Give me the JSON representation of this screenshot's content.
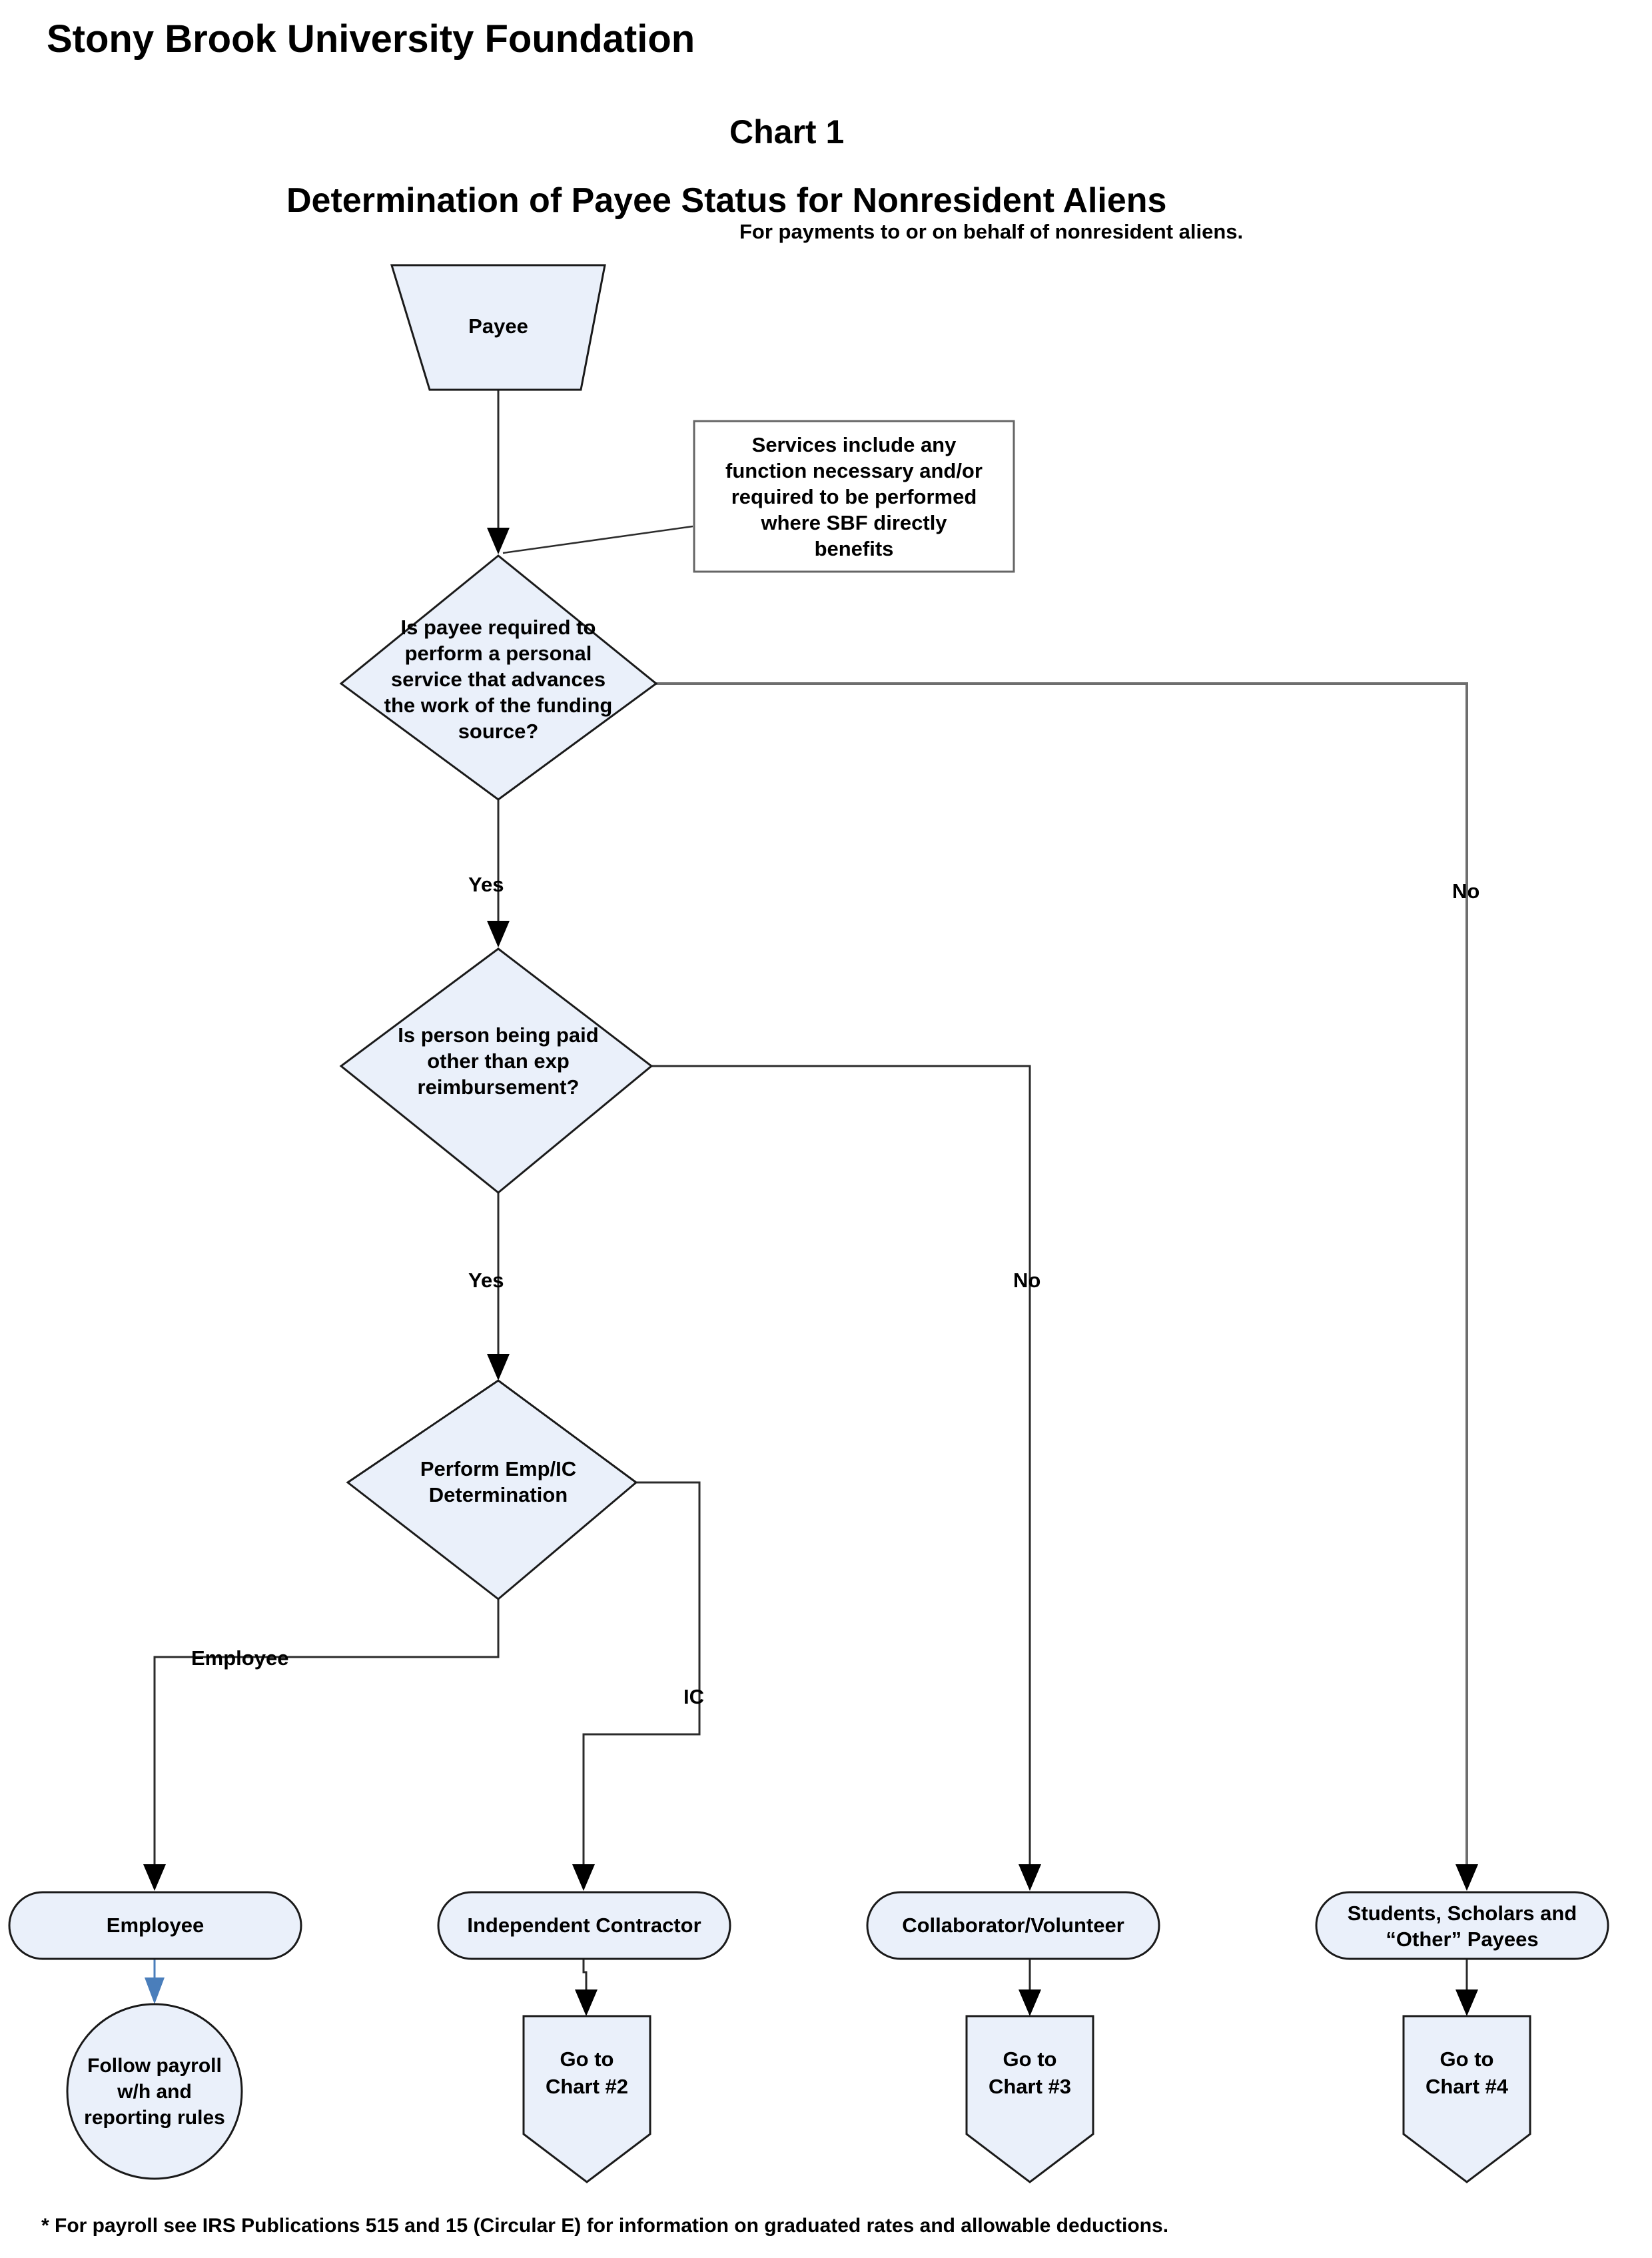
{
  "header": {
    "organization": "Stony Brook University Foundation",
    "chart_number": "Chart 1",
    "title": "Determination of Payee Status for Nonresident Aliens",
    "subtitle": "For payments to or on behalf of nonresident aliens."
  },
  "footnote": "* For payroll see IRS Publications 515 and 15 (Circular E) for information on graduated rates and allowable deductions.",
  "colors": {
    "node_fill": "#eaf0fa",
    "node_stroke": "#1a1a1a",
    "note_fill": "#ffffff",
    "note_stroke": "#666666",
    "edge": "#2b2b2b",
    "edge_accent": "#4a7ebb"
  },
  "chart_data": {
    "type": "diagram",
    "title": "Determination of Payee Status for Nonresident Aliens",
    "nodes": [
      {
        "id": "payee",
        "shape": "trapezoid",
        "lines": [
          "Payee"
        ]
      },
      {
        "id": "note-services",
        "shape": "note",
        "lines": [
          "Services include any",
          "function necessary and/or",
          "required to be performed",
          "where SBF directly",
          "benefits"
        ]
      },
      {
        "id": "q1",
        "shape": "diamond",
        "lines": [
          "Is payee required to",
          "perform a personal",
          "service that advances",
          "the work of the funding",
          "source?"
        ]
      },
      {
        "id": "q2",
        "shape": "diamond",
        "lines": [
          "Is person being paid",
          "other than exp",
          "reimbursement?"
        ]
      },
      {
        "id": "q3",
        "shape": "diamond",
        "lines": [
          "Perform Emp/IC",
          "Determination"
        ]
      },
      {
        "id": "employee",
        "shape": "rounded-terminal",
        "lines": [
          "Employee"
        ]
      },
      {
        "id": "contractor",
        "shape": "rounded-terminal",
        "lines": [
          "Independent Contractor"
        ]
      },
      {
        "id": "collaborator",
        "shape": "rounded-terminal",
        "lines": [
          "Collaborator/Volunteer"
        ]
      },
      {
        "id": "students",
        "shape": "rounded-terminal",
        "lines": [
          "Students, Scholars and",
          "“Other” Payees"
        ]
      },
      {
        "id": "payroll",
        "shape": "circle",
        "lines": [
          "Follow payroll",
          "w/h and",
          "reporting rules"
        ]
      },
      {
        "id": "goto2",
        "shape": "pentagon-down",
        "lines": [
          "Go to",
          "Chart #2"
        ]
      },
      {
        "id": "goto3",
        "shape": "pentagon-down",
        "lines": [
          "Go to",
          "Chart #3"
        ]
      },
      {
        "id": "goto4",
        "shape": "pentagon-down",
        "lines": [
          "Go to",
          "Chart #4"
        ]
      }
    ],
    "edges": [
      {
        "from": "payee",
        "to": "q1",
        "label": ""
      },
      {
        "from": "note-services",
        "to": "q1",
        "label": ""
      },
      {
        "from": "q1",
        "to": "q2",
        "label": "Yes"
      },
      {
        "from": "q1",
        "to": "students",
        "label": "No"
      },
      {
        "from": "q2",
        "to": "q3",
        "label": "Yes"
      },
      {
        "from": "q2",
        "to": "collaborator",
        "label": "No"
      },
      {
        "from": "q3",
        "to": "employee",
        "label": "Employee"
      },
      {
        "from": "q3",
        "to": "contractor",
        "label": "IC"
      },
      {
        "from": "employee",
        "to": "payroll",
        "label": ""
      },
      {
        "from": "contractor",
        "to": "goto2",
        "label": ""
      },
      {
        "from": "collaborator",
        "to": "goto3",
        "label": ""
      },
      {
        "from": "students",
        "to": "goto4",
        "label": ""
      }
    ],
    "edge_labels": [
      "Yes",
      "No",
      "Yes",
      "No",
      "Employee",
      "IC"
    ]
  },
  "nodes": {
    "payee": {
      "line1": "Payee"
    },
    "note": {
      "line1": "Services include any",
      "line2": "function necessary and/or",
      "line3": "required to be performed",
      "line4": "where SBF directly",
      "line5": "benefits"
    },
    "q1": {
      "line1": "Is payee required to",
      "line2": "perform a personal",
      "line3": "service that advances",
      "line4": "the work of the funding",
      "line5": "source?"
    },
    "q2": {
      "line1": "Is person being paid",
      "line2": "other than exp",
      "line3": "reimbursement?"
    },
    "q3": {
      "line1": "Perform Emp/IC",
      "line2": "Determination"
    },
    "employee": {
      "line1": "Employee"
    },
    "contractor": {
      "line1": "Independent Contractor"
    },
    "collaborator": {
      "line1": "Collaborator/Volunteer"
    },
    "students": {
      "line1": "Students, Scholars and",
      "line2": "“Other” Payees"
    },
    "payroll": {
      "line1": "Follow payroll",
      "line2": "w/h and",
      "line3": "reporting rules"
    },
    "goto2": {
      "line1": "Go to",
      "line2": "Chart #2"
    },
    "goto3": {
      "line1": "Go to",
      "line2": "Chart #3"
    },
    "goto4": {
      "line1": "Go to",
      "line2": "Chart #4"
    }
  },
  "edge_labels": {
    "q1_yes": "Yes",
    "q1_no": "No",
    "q2_yes": "Yes",
    "q2_no": "No",
    "q3_employee": "Employee",
    "q3_ic": "IC"
  }
}
